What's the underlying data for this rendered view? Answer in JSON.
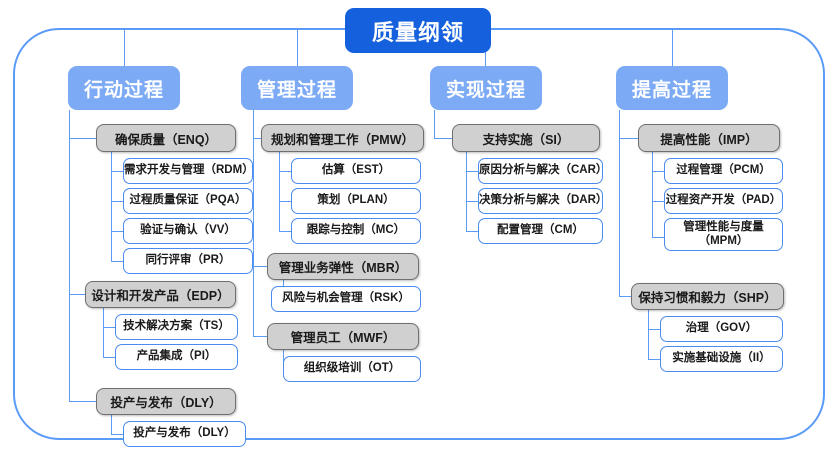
{
  "diagram": {
    "title": "质量纲领",
    "columns": [
      {
        "id": "col-action",
        "header": "行动过程",
        "groups": [
          {
            "label": "确保质量（ENQ）",
            "items": [
              "需求开发与管理（RDM）",
              "过程质量保证（PQA）",
              "验证与确认（VV）",
              "同行评审（PR）"
            ]
          },
          {
            "label": "设计和开发产品（EDP）",
            "items": [
              "技术解决方案（TS）",
              "产品集成（PI）"
            ]
          },
          {
            "label": "投产与发布（DLY）",
            "items": [
              "投产与发布（DLY）"
            ]
          }
        ]
      },
      {
        "id": "col-manage",
        "header": "管理过程",
        "groups": [
          {
            "label": "规划和管理工作（PMW）",
            "items": [
              "估算（EST）",
              "策划（PLAN）",
              "跟踪与控制（MC）"
            ]
          },
          {
            "label": "管理业务弹性（MBR）",
            "items": [
              "风险与机会管理（RSK）"
            ]
          },
          {
            "label": "管理员工（MWF）",
            "items": [
              "组织级培训（OT）"
            ]
          }
        ]
      },
      {
        "id": "col-realize",
        "header": "实现过程",
        "groups": [
          {
            "label": "支持实施（SI）",
            "items": [
              "原因分析与解决（CAR）",
              "决策分析与解决（DAR）",
              "配置管理（CM）"
            ]
          }
        ]
      },
      {
        "id": "col-improve",
        "header": "提高过程",
        "groups": [
          {
            "label": "提高性能（IMP）",
            "items": [
              "过程管理（PCM）",
              "过程资产开发（PAD）",
              "管理性能与度量\n（MPM）"
            ]
          },
          {
            "label": "保持习惯和毅力（SHP）",
            "items": [
              "治理（GOV）",
              "实施基础设施（II）"
            ]
          }
        ]
      }
    ],
    "colors": {
      "title_bg": "#1560dd",
      "header_bg": "#7caaf4",
      "group_bg": "#d0d0d0",
      "group_border": "#6f6f6f",
      "leaf_border": "#4a8bee",
      "connector": "#5b9bf8",
      "frame_border": "#5b9bf8"
    }
  }
}
